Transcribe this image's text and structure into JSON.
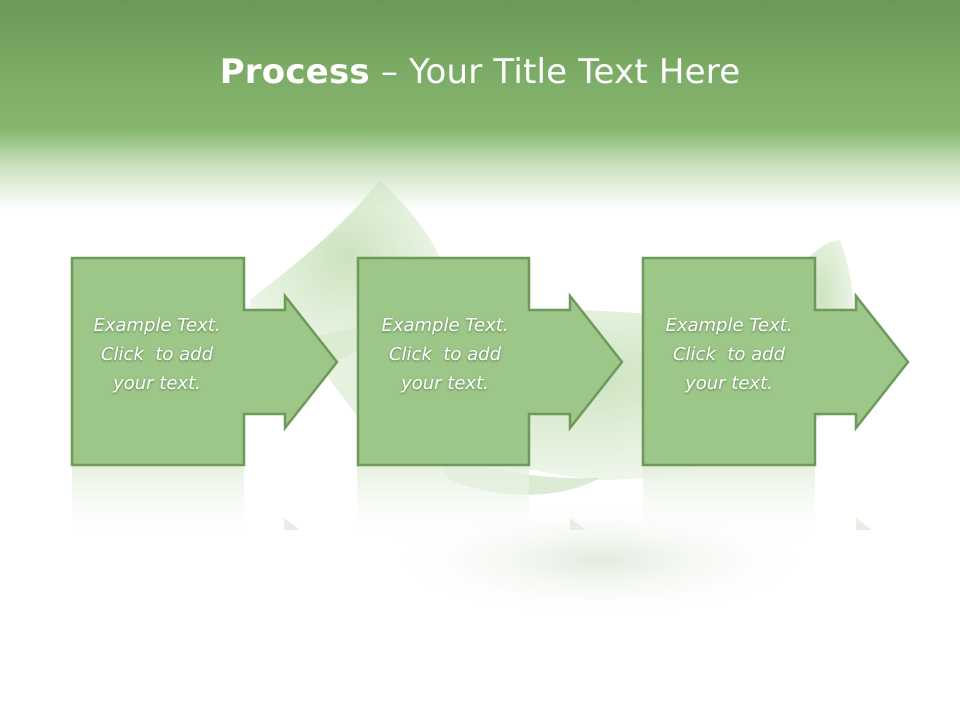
{
  "slide": {
    "title_bold": "Process",
    "title_rest": " – Your Title Text Here"
  },
  "steps": [
    {
      "lines": [
        "Example Text.",
        "Click  to add",
        "your text."
      ]
    },
    {
      "lines": [
        "Example Text.",
        "Click  to add",
        "your text."
      ]
    },
    {
      "lines": [
        "Example Text.",
        "Click  to add",
        "your text."
      ]
    }
  ],
  "colors": {
    "box_fill": "#9dc689",
    "box_stroke": "#6d9a5a",
    "header": "#7eae68"
  }
}
